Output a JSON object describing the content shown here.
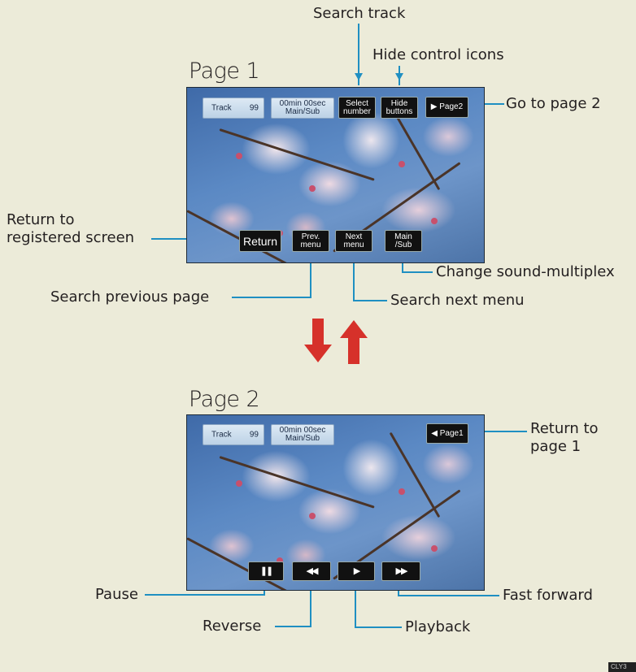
{
  "page1": {
    "title": "Page 1",
    "track_label": "Track",
    "track_number": "99",
    "time": "00min  00sec\nMain/Sub",
    "select_number": "Select\nnumber",
    "hide_buttons": "Hide\nbuttons",
    "page2": "▶ Page2",
    "return": "Return",
    "prev_menu": "Prev.\nmenu",
    "next_menu": "Next\nmenu",
    "main_sub": "Main\n/Sub"
  },
  "page2": {
    "title": "Page 2",
    "track_label": "Track",
    "track_number": "99",
    "time": "00min  00sec\nMain/Sub",
    "page1": "◀ Page1",
    "pause_glyph": "❚❚",
    "reverse_glyph": "◀◀",
    "play_glyph": "▶",
    "ff_glyph": "▶▶"
  },
  "callouts": {
    "search_track": "Search track",
    "hide_control_icons": "Hide control icons",
    "go_to_page_2": "Go to page 2",
    "return_to_registered": "Return to\nregistered screen",
    "change_sound_multiplex": "Change sound-multiplex",
    "search_previous_page": "Search previous page",
    "search_next_menu": "Search next menu",
    "return_to_page_1": "Return to\npage 1",
    "pause": "Pause",
    "fast_forward": "Fast forward",
    "reverse": "Reverse",
    "playback": "Playback"
  },
  "arrows": {
    "down_color": "#d6312a",
    "up_color": "#d6312a"
  },
  "line_color": "#1f8fc2",
  "corner_badge": "CLY3"
}
